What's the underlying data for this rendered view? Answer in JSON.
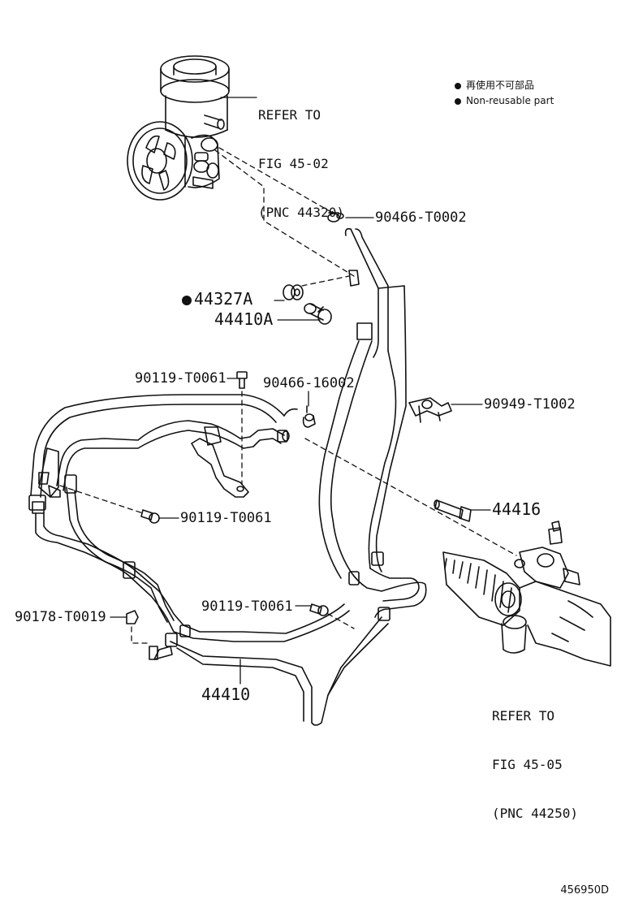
{
  "legend": {
    "items": [
      {
        "text": "再使用不可部品"
      },
      {
        "text": "Non-reusable part"
      }
    ]
  },
  "references": {
    "pump": {
      "line1": "REFER TO",
      "line2": "FIG 45-02",
      "line3": "(PNC 44320)"
    },
    "gear": {
      "line1": "REFER TO",
      "line2": "FIG 45-05",
      "line3": "(PNC 44250)"
    }
  },
  "part_labels": {
    "clip_90466_T0002": "90466-T0002",
    "gasket_44327A": "44327A",
    "union_bolt_44410A": "44410A",
    "bolt_90119_T0061_top": "90119-T0061",
    "clip_90466_16002": "90466-16002",
    "clamp_90949_T1002": "90949-T1002",
    "union_44416": "44416",
    "bolt_90119_T0061_mid": "90119-T0061",
    "nut_90178_T0019": "90178-T0019",
    "bolt_90119_T0061_low": "90119-T0061",
    "tube_assy_44410": "44410"
  },
  "figure_number": "456950D",
  "colors": {
    "line": "#111111",
    "background": "#ffffff"
  }
}
